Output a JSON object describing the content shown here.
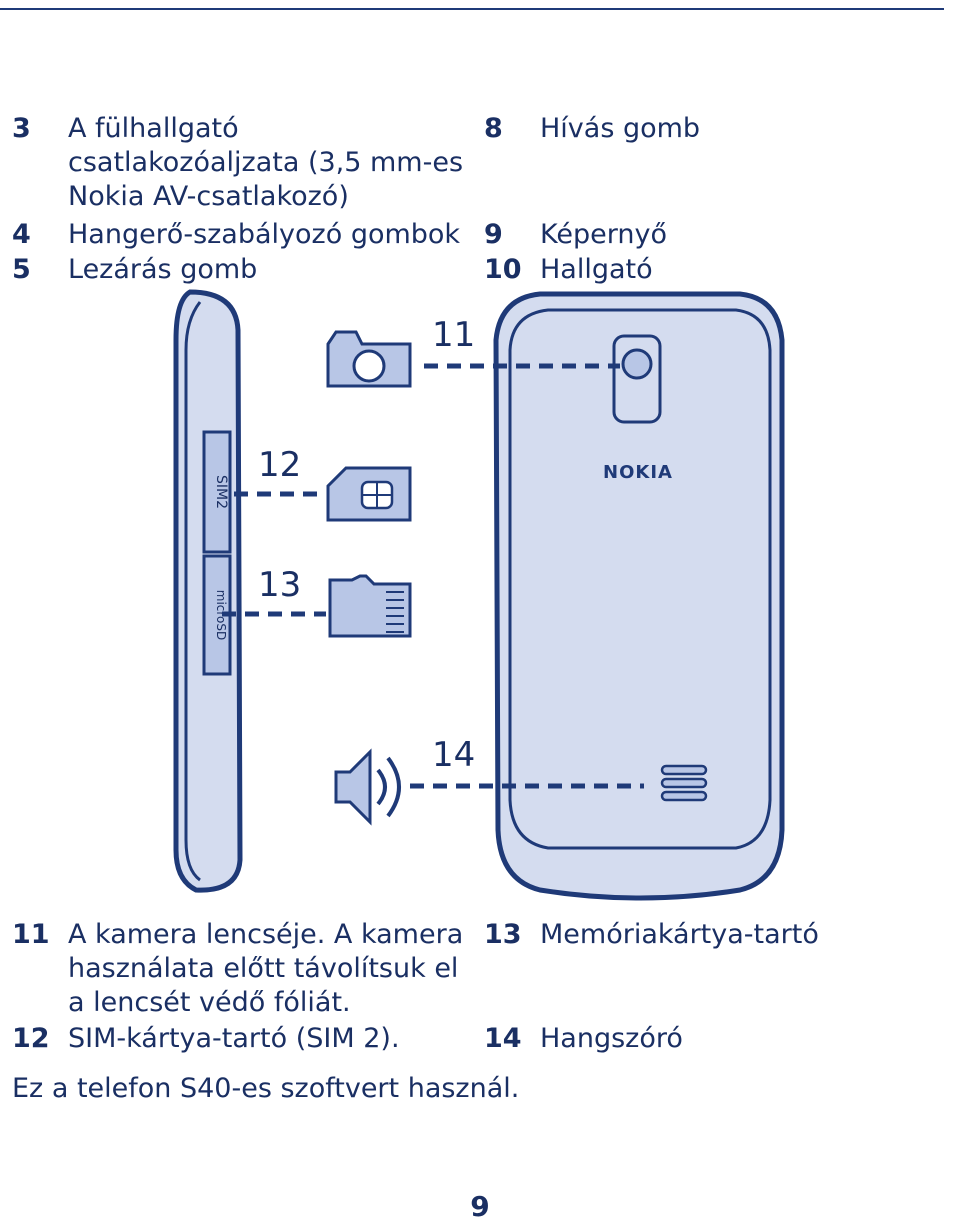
{
  "legend_top": [
    {
      "num": "3",
      "text": "A fülhallgató\ncsatlakozóaljzata (3,5 mm-es\nNokia AV-csatlakozó)"
    },
    {
      "num": "4",
      "text": "Hangerő-szabályozó gombok"
    },
    {
      "num": "5",
      "text": "Lezárás gomb"
    },
    {
      "num": "8",
      "text": "Hívás gomb"
    },
    {
      "num": "9",
      "text": "Képernyő"
    },
    {
      "num": "10",
      "text": "Hallgató"
    }
  ],
  "callouts": [
    "11",
    "12",
    "13",
    "14"
  ],
  "phone": {
    "brand": "NOKIA",
    "slot_sim_label": "SIM2",
    "slot_micro_label": "microSD"
  },
  "legend_bottom": [
    {
      "num": "11",
      "text": "A kamera lencséje. A kamera\nhasználata előtt távolítsuk el\na lencsét védő fóliát."
    },
    {
      "num": "12",
      "text": "SIM-kártya-tartó (SIM 2)."
    },
    {
      "num": "13",
      "text": "Memóriakártya-tartó"
    },
    {
      "num": "14",
      "text": "Hangszóró"
    }
  ],
  "footer_text": "Ez a telefon S40-es szoftvert használ.",
  "page_number": "9",
  "colors": {
    "ink": "#1a2f63",
    "line": "#1f3a78",
    "phone_fill": "#d4dcef",
    "phone_stroke": "#1f3a78",
    "icon_fill": "#b8c6e6"
  }
}
